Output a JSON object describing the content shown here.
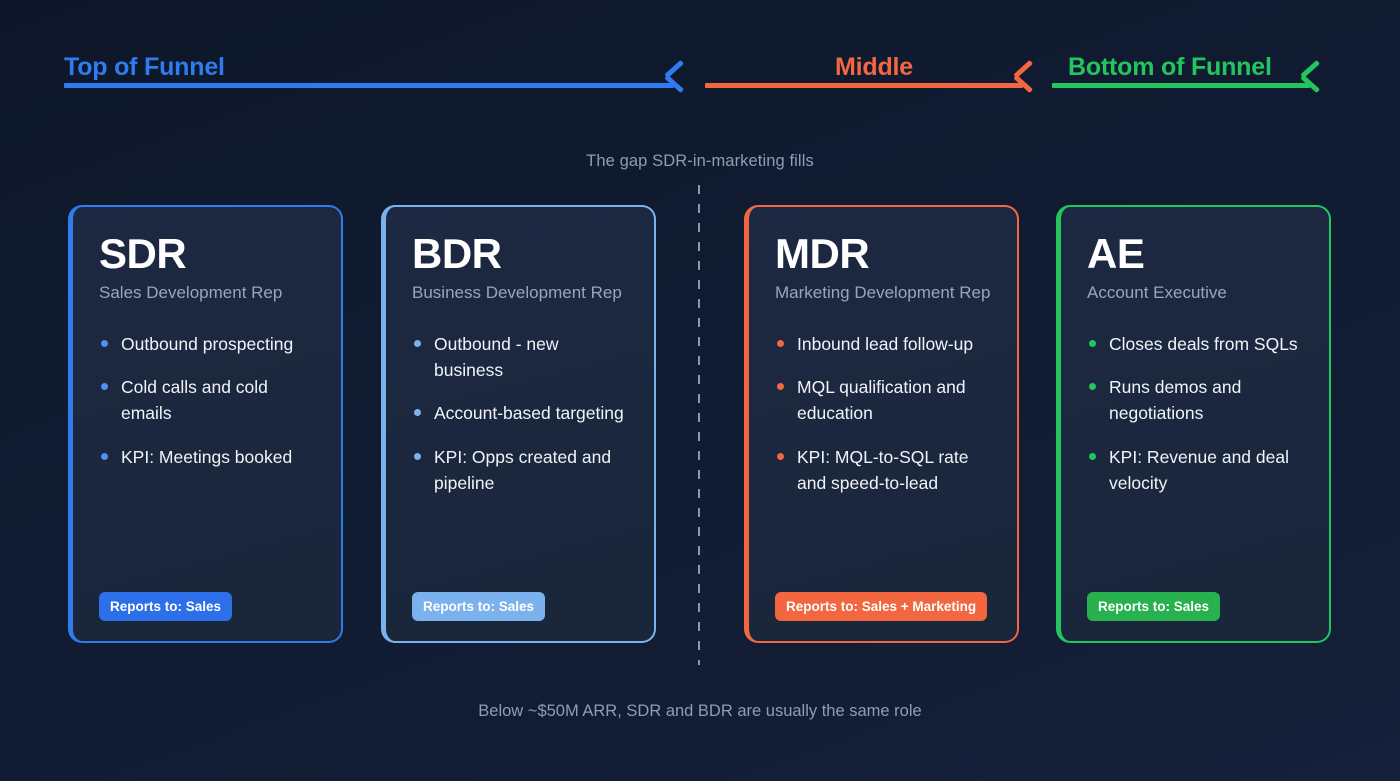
{
  "funnel": {
    "segments": [
      {
        "label": "Top of Funnel",
        "color": "#2f7bf0"
      },
      {
        "label": "Middle",
        "color": "#f26640"
      },
      {
        "label": "Bottom of Funnel",
        "color": "#22c55e"
      }
    ]
  },
  "gap_caption": "The gap SDR-in-marketing fills",
  "cards": [
    {
      "code": "SDR",
      "title": "Sales Development Rep",
      "accent": "#2f7bf0",
      "bullets": [
        "Outbound prospecting",
        "Cold calls and cold emails",
        "KPI: Meetings booked"
      ],
      "badge": "Reports to: Sales"
    },
    {
      "code": "BDR",
      "title": "Business Development Rep",
      "accent": "#7bb2ee",
      "bullets": [
        "Outbound - new business",
        "Account-based targeting",
        "KPI: Opps created and pipeline"
      ],
      "badge": "Reports to: Sales"
    },
    {
      "code": "MDR",
      "title": "Marketing Development Rep",
      "accent": "#f26640",
      "bullets": [
        "Inbound lead follow-up",
        "MQL qualification and education",
        "KPI: MQL-to-SQL rate and speed-to-lead"
      ],
      "badge": "Reports to: Sales + Marketing"
    },
    {
      "code": "AE",
      "title": "Account Executive",
      "accent": "#22c55e",
      "bullets": [
        "Closes deals from SQLs",
        "Runs demos and negotiations",
        "KPI: Revenue and deal velocity"
      ],
      "badge": "Reports to: Sales"
    }
  ],
  "footnote": "Below ~$50M ARR, SDR and BDR are usually the same role"
}
